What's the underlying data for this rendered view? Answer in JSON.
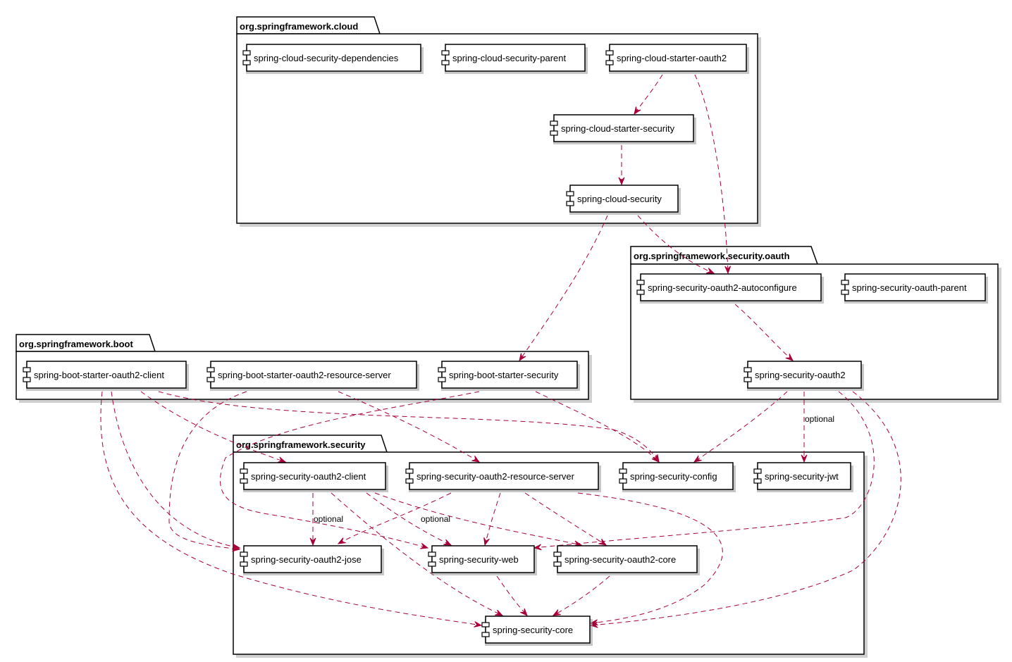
{
  "packages": {
    "cloud": "org.springframework.cloud",
    "oauth": "org.springframework.security.oauth",
    "boot": "org.springframework.boot",
    "security": "org.springframework.security"
  },
  "components": {
    "cloud_security_dependencies": "spring-cloud-security-dependencies",
    "cloud_security_parent": "spring-cloud-security-parent",
    "cloud_starter_oauth2": "spring-cloud-starter-oauth2",
    "cloud_starter_security": "spring-cloud-starter-security",
    "cloud_security": "spring-cloud-security",
    "security_oauth2_autoconfigure": "spring-security-oauth2-autoconfigure",
    "security_oauth_parent": "spring-security-oauth-parent",
    "security_oauth2": "spring-security-oauth2",
    "boot_starter_oauth2_client": "spring-boot-starter-oauth2-client",
    "boot_starter_oauth2_resource_server": "spring-boot-starter-oauth2-resource-server",
    "boot_starter_security": "spring-boot-starter-security",
    "security_oauth2_client": "spring-security-oauth2-client",
    "security_oauth2_resource_server": "spring-security-oauth2-resource-server",
    "security_config": "spring-security-config",
    "security_jwt": "spring-security-jwt",
    "security_oauth2_jose": "spring-security-oauth2-jose",
    "security_web": "spring-security-web",
    "security_oauth2_core": "spring-security-oauth2-core",
    "security_core": "spring-security-core"
  },
  "edge_labels": {
    "optional_jwt": "optional",
    "optional_jose": "optional",
    "optional_web": "optional"
  },
  "colors": {
    "dependency_arrow": "#A80036",
    "border": "#000000",
    "background": "#ffffff"
  }
}
